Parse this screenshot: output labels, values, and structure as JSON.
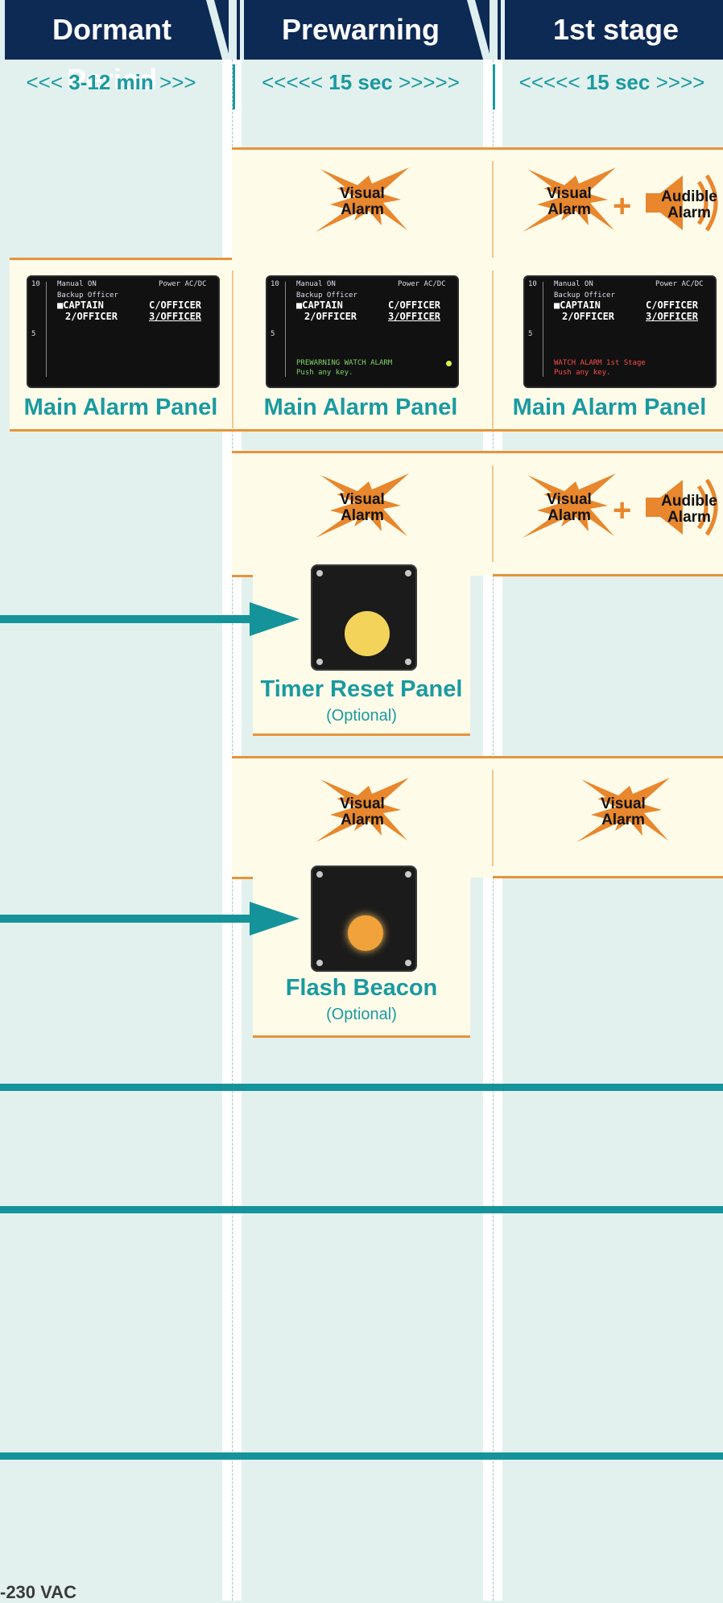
{
  "header": {
    "columns": [
      {
        "title": "Dormant Period"
      },
      {
        "title": "Prewarning"
      },
      {
        "title": "1st stage"
      }
    ]
  },
  "durations": [
    {
      "prefix": "<<< ",
      "value": "3-12 min",
      "suffix": " >>>"
    },
    {
      "prefix": "<<<<< ",
      "value": "15 sec",
      "suffix": " >>>>>"
    },
    {
      "prefix": "<<<<< ",
      "value": "15 sec",
      "suffix": " >>>>"
    }
  ],
  "alarm_badges": {
    "visual_line1": "Visual",
    "visual_line2": "Alarm",
    "audible_line1": "Audible",
    "audible_line2": "Alarm",
    "plus": "+"
  },
  "main_alarm_panel": {
    "title": "Main Alarm Panel",
    "screen": {
      "manual": "Manual ON",
      "power": "Power AC/DC",
      "backup": "Backup Officer",
      "captain": "■CAPTAIN",
      "c_officer": "C/OFFICER",
      "second_officer": "2/OFFICER",
      "third_officer": "3/OFFICER",
      "scale_top": "10",
      "scale_mid": "5",
      "prewarning_msg_1": "PREWARNING WATCH ALARM",
      "prewarning_msg_2": "Push any key.",
      "stage1_msg_1": "WATCH ALARM 1st Stage",
      "stage1_msg_2": "Push any key."
    }
  },
  "timer_reset_panel": {
    "title": "Timer Reset Panel",
    "subtitle": "(Optional)"
  },
  "flash_beacon": {
    "title": "Flash Beacon",
    "subtitle": "(Optional)"
  },
  "footer": {
    "text": "-230 VAC"
  },
  "colors": {
    "header_bg": "#0d2a55",
    "teal": "#14939a",
    "orange": "#e6943a",
    "panel_bg": "#fefbe9",
    "alarm_orange": "#e8872d"
  },
  "icons": [
    "visual-alarm-icon",
    "audible-alarm-icon",
    "arrow-icon"
  ]
}
